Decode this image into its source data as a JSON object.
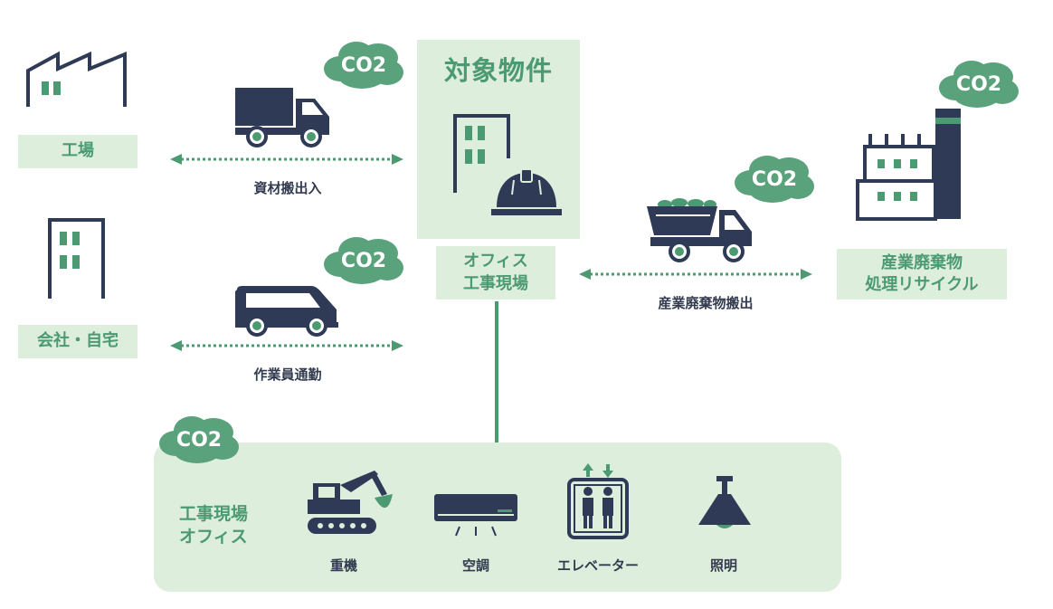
{
  "target": {
    "title": "対象物件",
    "label_line1": "オフィス",
    "label_line2": "工事現場"
  },
  "sources": {
    "factory": {
      "label": "工場"
    },
    "company": {
      "label": "会社・自宅"
    }
  },
  "flows": {
    "materials": "資材搬出入",
    "commute": "作業員通勤",
    "waste": "産業廃棄物搬出"
  },
  "recycle": {
    "label_line1": "産業廃棄物",
    "label_line2": "処理リサイクル"
  },
  "site": {
    "label_line1": "工事現場",
    "label_line2": "オフィス",
    "items": [
      "重機",
      "空調",
      "エレベーター",
      "照明"
    ]
  },
  "co2_label": "CO2",
  "colors": {
    "green": "#4c9a72",
    "light_green": "#ddeedd",
    "navy": "#2f3a56",
    "cloud": "#5aa27b"
  }
}
